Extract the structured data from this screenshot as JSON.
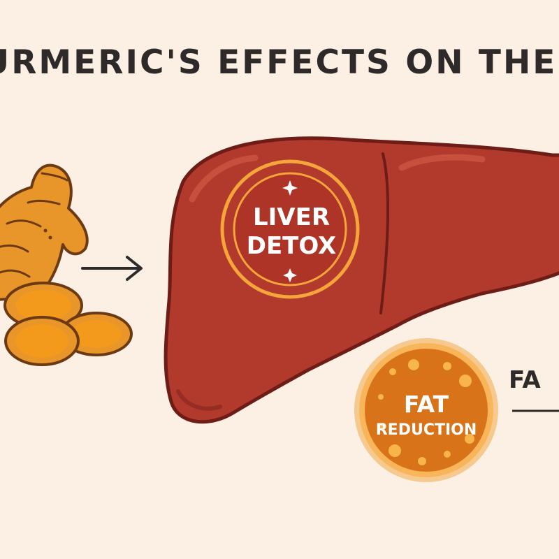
{
  "title": "TURMERIC'S EFFECTS ON THE LIVER",
  "badges": {
    "detox": {
      "line1": "LIVER",
      "line2": "DETOX"
    },
    "fat": {
      "line1": "FAT",
      "line2": "REDUCTION"
    }
  },
  "side_label": "FA",
  "colors": {
    "background": "#fcefe3",
    "liver": "#b23a2c",
    "liver_outline": "#6e1c16",
    "turmeric": "#e8952a",
    "turmeric_slice": "#f39a1c",
    "badge_ring": "#f5a53a",
    "text": "#2f2a2a"
  },
  "icons": [
    "turmeric-root-icon",
    "turmeric-slices-icon",
    "arrow-right-icon",
    "liver-icon",
    "sparkle-icon"
  ]
}
